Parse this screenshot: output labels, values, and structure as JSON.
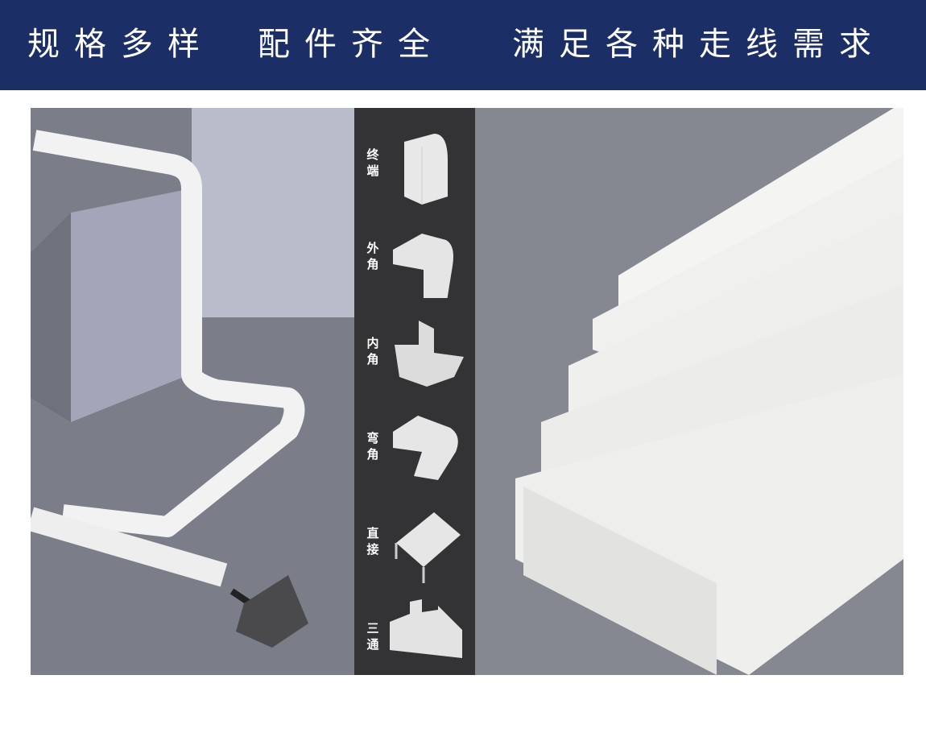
{
  "header": {
    "slogan_1": "规格多样",
    "slogan_2": "配件齐全",
    "slogan_3": "满足各种走线需求"
  },
  "accessories": [
    {
      "label": "终端"
    },
    {
      "label": "外角"
    },
    {
      "label": "内角"
    },
    {
      "label": "弯角"
    },
    {
      "label": "直接"
    },
    {
      "label": "三通"
    }
  ],
  "colors": {
    "header_bg": "#1b2f66",
    "mid_bg": "#333335",
    "panel_bg": "#858891"
  }
}
